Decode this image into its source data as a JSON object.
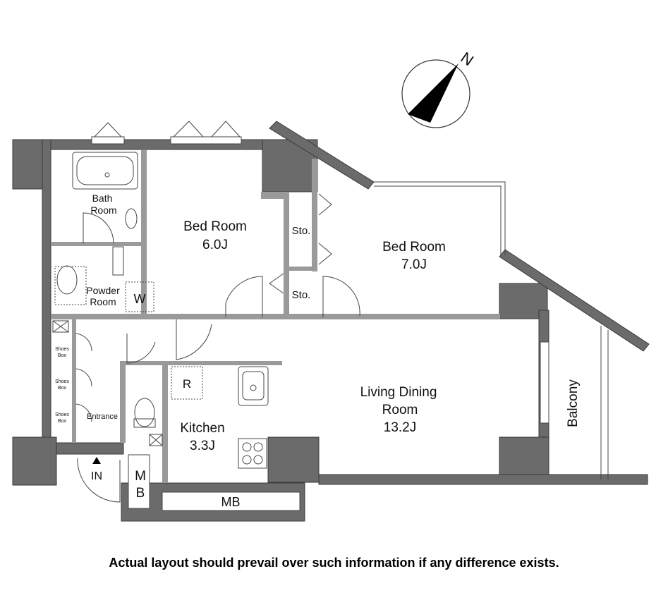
{
  "compass": {
    "north_label": "N"
  },
  "rooms": {
    "bath": {
      "line1": "Bath",
      "line2": "Room"
    },
    "bedroom1": {
      "name": "Bed Room",
      "size": "6.0J"
    },
    "bedroom2": {
      "name": "Bed Room",
      "size": "7.0J"
    },
    "storage1": "Sto.",
    "storage2": "Sto.",
    "powder": {
      "line1": "Powder",
      "line2": "Room"
    },
    "wardrobe": "W",
    "shoes1": {
      "line1": "Shoes",
      "line2": "Box"
    },
    "shoes2": {
      "line1": "Shoes",
      "line2": "Box"
    },
    "shoes3": {
      "line1": "Shoes",
      "line2": "Box"
    },
    "entrance": "Entrance",
    "refrigerator": "R",
    "kitchen": {
      "name": "Kitchen",
      "size": "3.3J"
    },
    "living": {
      "line1": "Living Dining",
      "line2": "Room",
      "size": "13.2J"
    },
    "balcony": "Balcony",
    "entry_marker": "IN",
    "mb_vertical": {
      "line1": "M",
      "line2": "B"
    },
    "mb_horizontal": "MB"
  },
  "disclaimer": "Actual layout should prevail over such information if any difference exists."
}
